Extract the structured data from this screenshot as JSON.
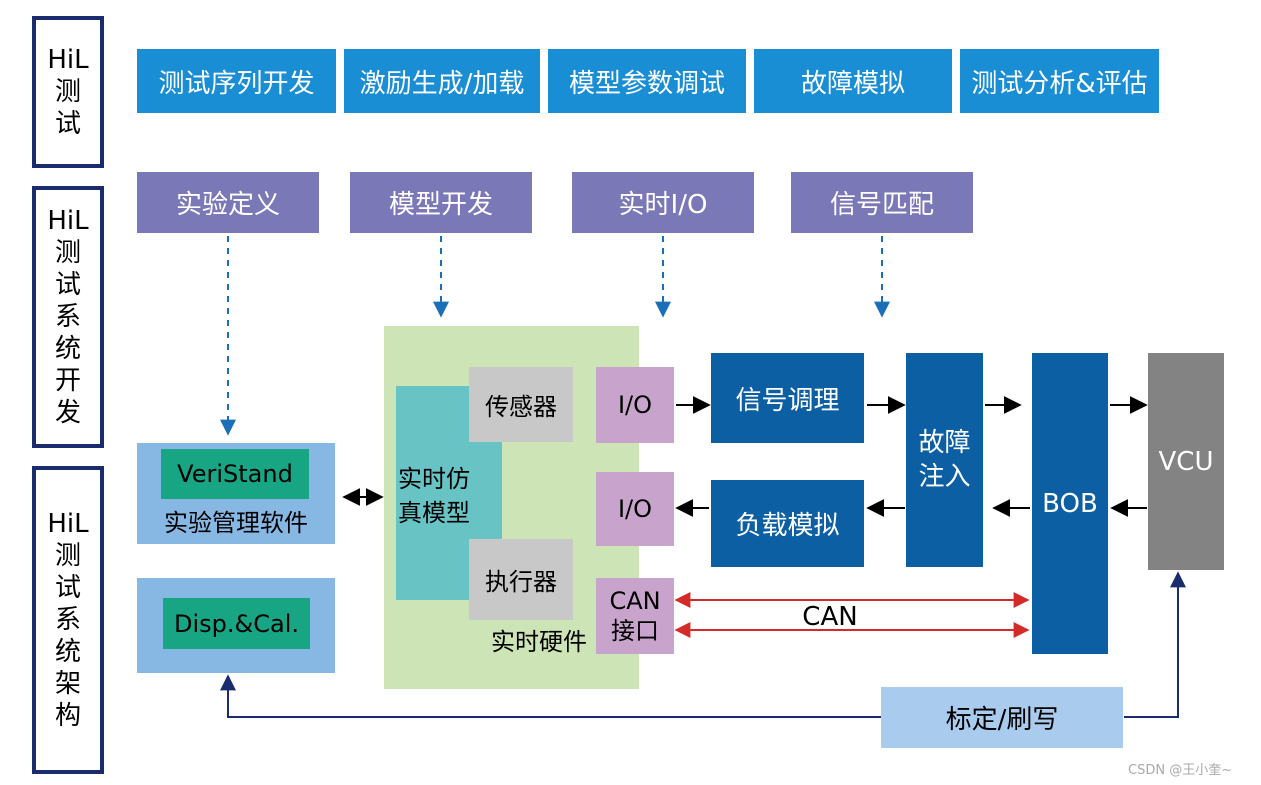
{
  "side_labels": [
    {
      "lines": [
        "HiL",
        "测",
        "试"
      ]
    },
    {
      "lines": [
        "HiL",
        "测",
        "试",
        "系",
        "统",
        "开",
        "发"
      ]
    },
    {
      "lines": [
        "HiL",
        "测",
        "试",
        "系",
        "统",
        "架",
        "构"
      ]
    }
  ],
  "top_row": [
    "测试序列开发",
    "激励生成/加载",
    "模型参数调试",
    "故障模拟",
    "测试分析&评估"
  ],
  "dev_row": [
    "实验定义",
    "模型开发",
    "实时I/O",
    "信号匹配"
  ],
  "software": {
    "veristand": "VeriStand",
    "label": "实验管理软件",
    "disp_cal": "Disp.&Cal."
  },
  "hardware": {
    "model_label": "实时仿真模型",
    "sensor": "传感器",
    "actuator": "执行器",
    "label": "实时硬件"
  },
  "io": {
    "io1": "I/O",
    "io2": "I/O",
    "can_interface": "CAN接口"
  },
  "signal_conditioning": "信号调理",
  "load_simulation": "负载模拟",
  "fault_injection": "故障注入",
  "bob": "BOB",
  "vcu": "VCU",
  "can_label": "CAN",
  "calibration": "标定/刷写",
  "watermark": "CSDN @王小奎~",
  "colors": {
    "side_border": "#1a2c6e",
    "top_row": "#1a8ed4",
    "dev_row": "#7b78b7",
    "navy_block": "#0d5fa3",
    "hardware_bg": "#cde5b6",
    "model_block": "#68c3c4",
    "vcu": "#838383",
    "can_arrow": "#d42a2a",
    "calibration_box": "#a9cbed"
  }
}
